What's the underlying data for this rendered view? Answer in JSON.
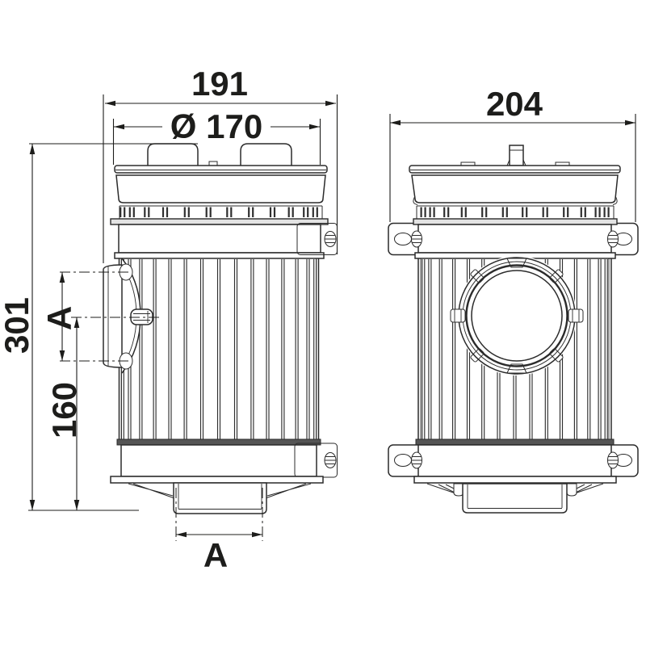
{
  "drawing": {
    "background_color": "#ffffff",
    "line_color": "#2b2b2b",
    "dimensions": {
      "front_overall_width": "191",
      "lid_diameter": "Ø 170",
      "side_overall_width": "204",
      "overall_height": "301",
      "outlet_center_height": "160",
      "port_center_spacing": "A",
      "outlet_width": "A"
    }
  }
}
